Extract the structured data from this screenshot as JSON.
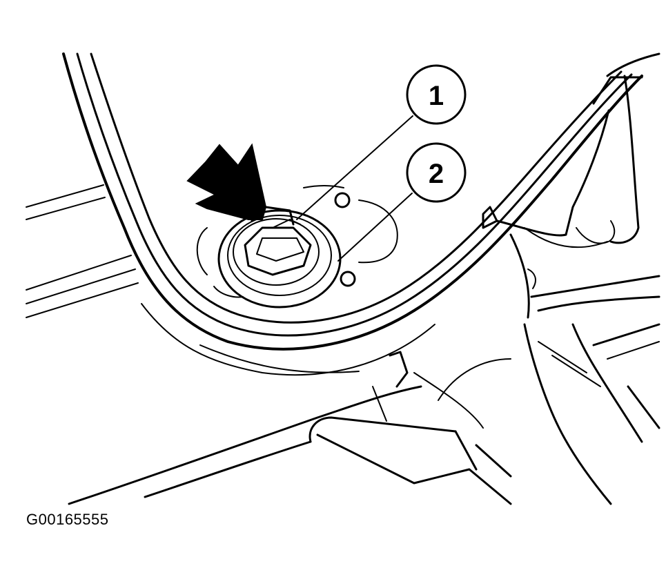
{
  "figure": {
    "id": "G00165555",
    "callouts": [
      {
        "number": "1"
      },
      {
        "number": "2"
      }
    ],
    "arrow_icon": "pointer-arrow-icon",
    "colors": {
      "line": "#000000",
      "background": "#ffffff"
    }
  }
}
